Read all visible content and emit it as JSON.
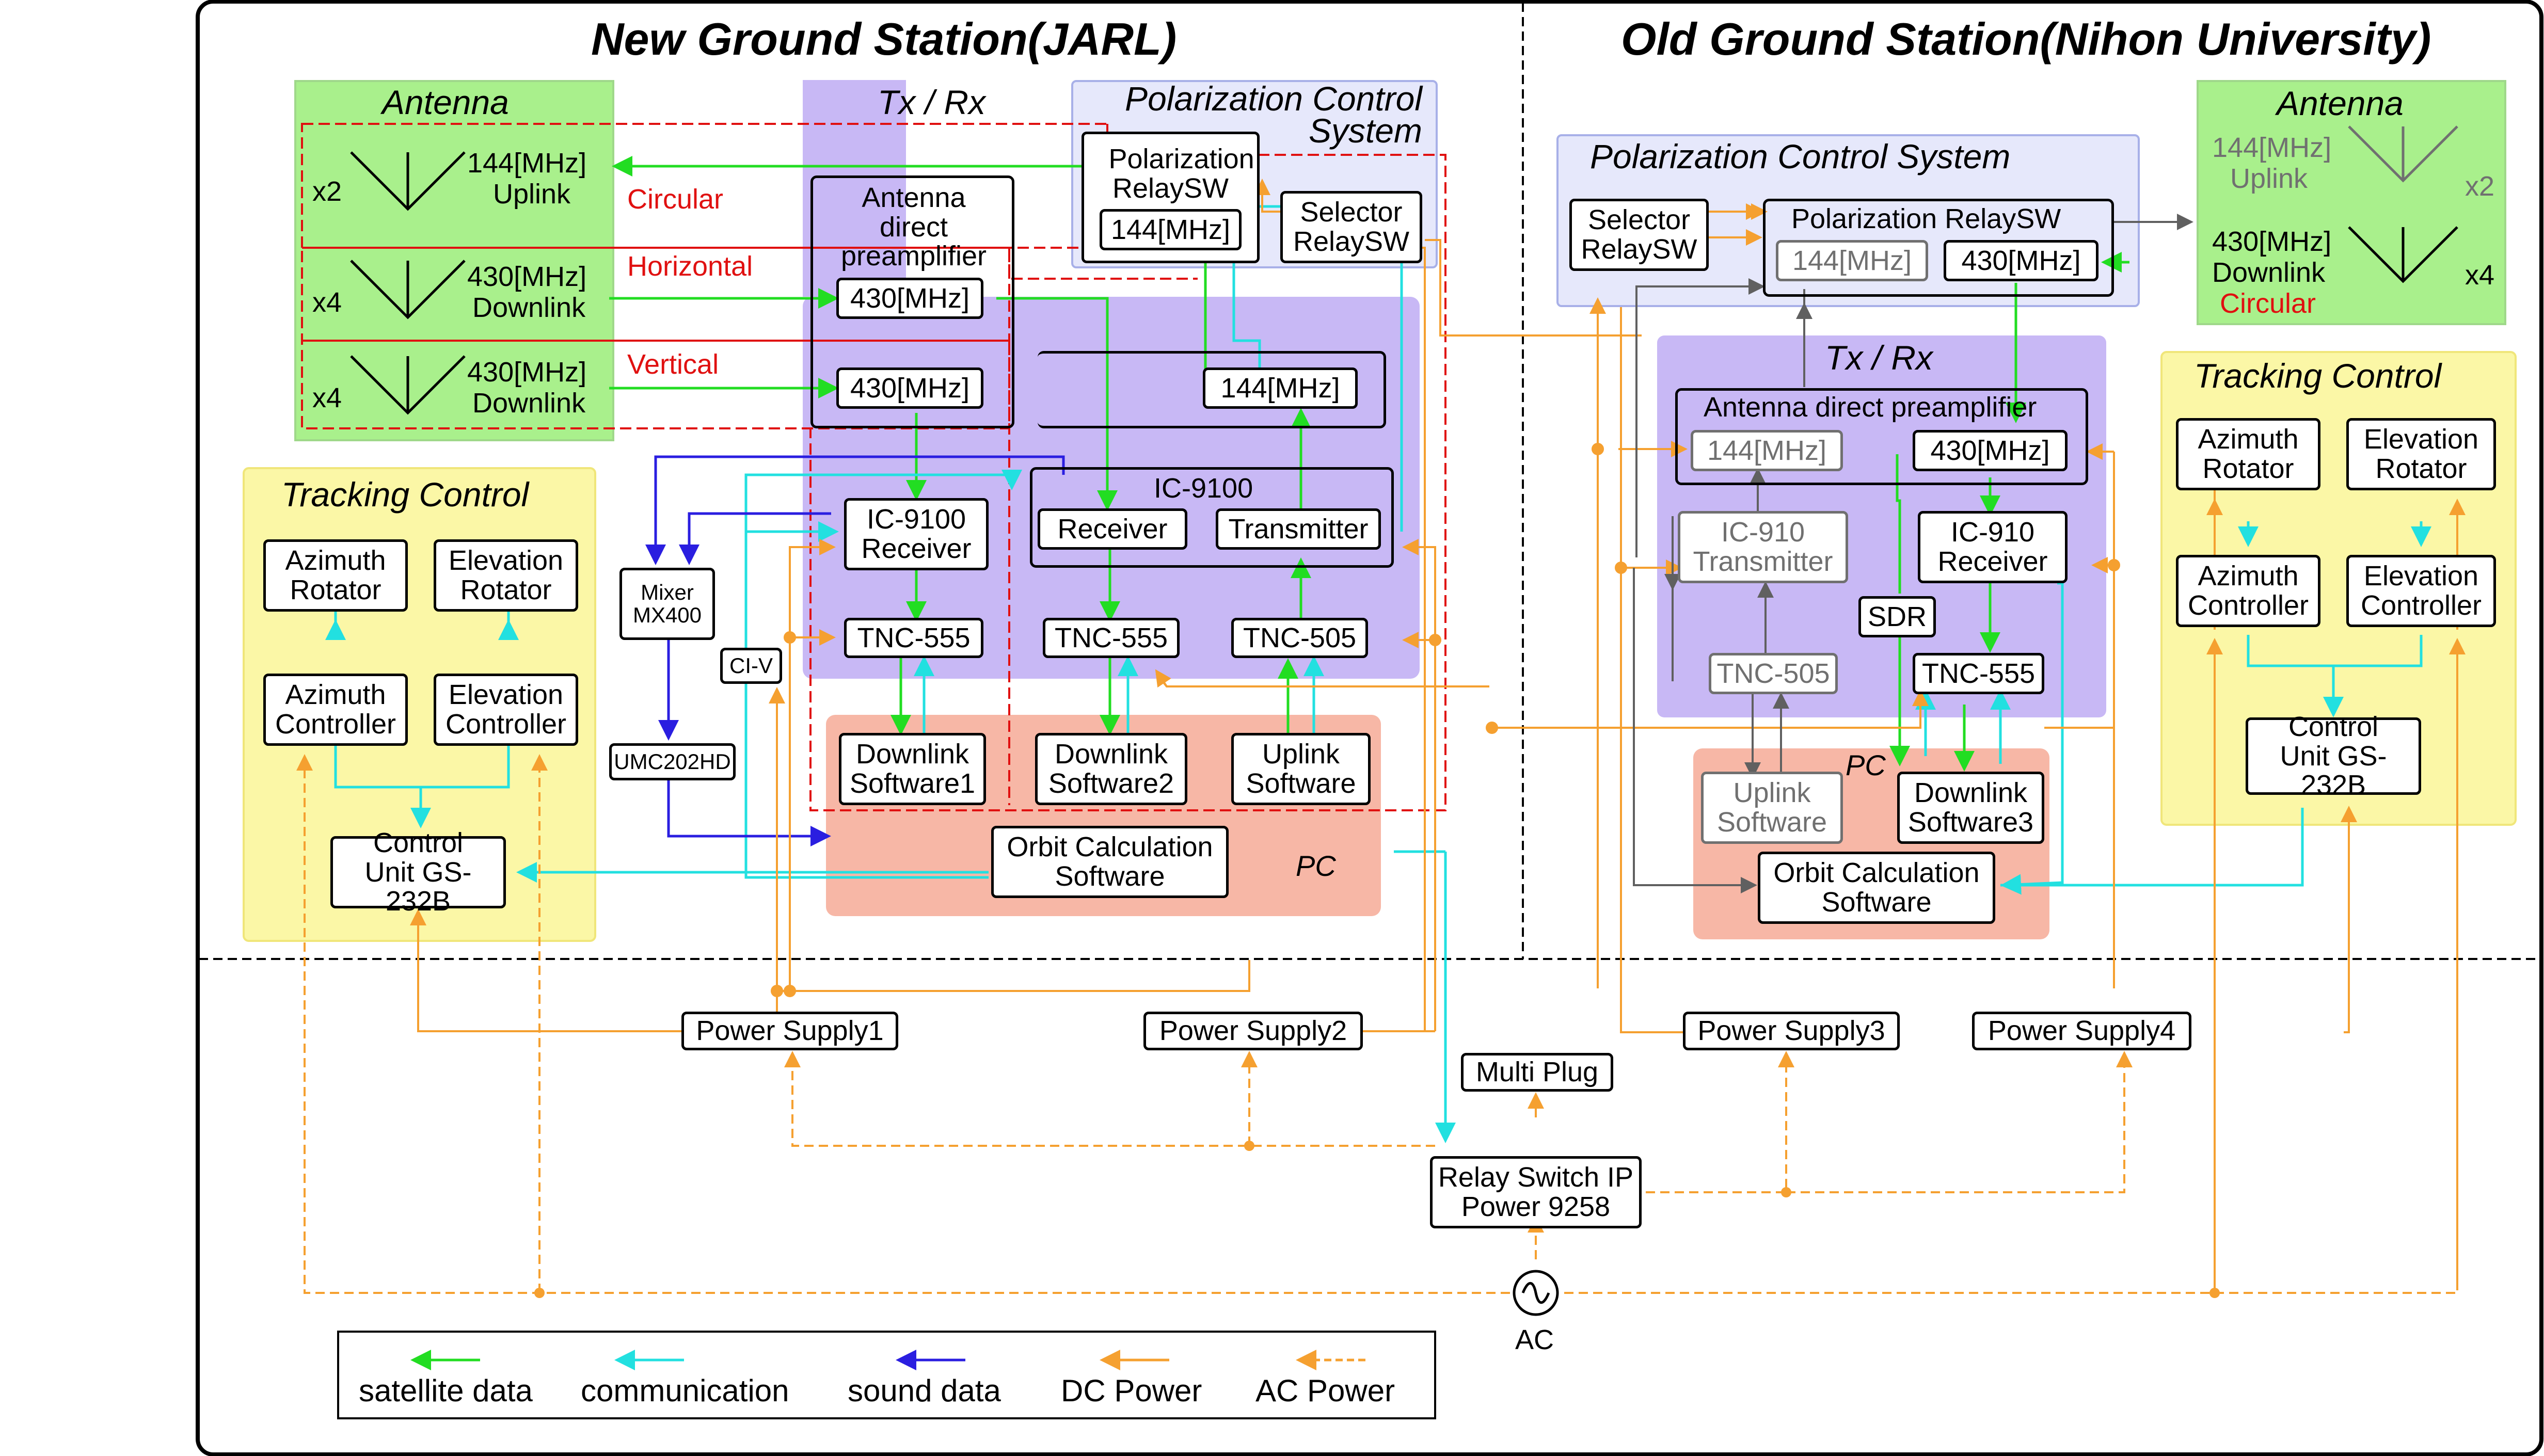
{
  "sections": {
    "new_station": "New Ground Station(JARL)",
    "old_station": "Old Ground Station(Nihon University)"
  },
  "new": {
    "antenna": {
      "title": "Antenna",
      "rows": [
        {
          "mult": "x2",
          "freq": "144[MHz]",
          "dir": "Uplink",
          "pol": "Circular"
        },
        {
          "mult": "x4",
          "freq": "430[MHz]",
          "dir": "Downlink",
          "pol": "Horizontal"
        },
        {
          "mult": "x4",
          "freq": "430[MHz]",
          "dir": "Downlink",
          "pol": "Vertical"
        }
      ]
    },
    "txrx": {
      "title": "Tx / Rx",
      "preamp": "Antenna direct preamplifier",
      "preamp_430_a": "430[MHz]",
      "preamp_430_b": "430[MHz]",
      "preamp_144": "144[MHz]",
      "ic9100": "IC-9100",
      "ic9100_receiver": "IC-9100 Receiver",
      "receiver": "Receiver",
      "transmitter": "Transmitter",
      "tnc_a": "TNC-555",
      "tnc_b": "TNC-555",
      "tnc_c": "TNC-505"
    },
    "polarization": {
      "title": "Polarization Control System",
      "relay": "Polarization RelaySW",
      "relay_freq": "144[MHz]",
      "selector": "Selector RelaySW"
    },
    "mixer": "Mixer MX400",
    "civ": "CI-V",
    "umc": "UMC202HD",
    "tracking": {
      "title": "Tracking Control",
      "az_rot": "Azimuth Rotator",
      "el_rot": "Elevation Rotator",
      "az_ctrl": "Azimuth Controller",
      "el_ctrl": "Elevation Controller",
      "unit": "Control Unit GS-232B"
    },
    "pc": {
      "label": "PC",
      "down1": "Downlink Software1",
      "down2": "Downlink Software2",
      "up": "Uplink Software",
      "orbit": "Orbit Calculation Software"
    }
  },
  "old": {
    "polarization": {
      "title": "Polarization Control System",
      "selector": "Selector RelaySW",
      "relay": "Polarization RelaySW",
      "relay_144": "144[MHz]",
      "relay_430": "430[MHz]"
    },
    "antenna": {
      "title": "Antenna",
      "up_freq": "144[MHz]",
      "up_dir": "Uplink",
      "up_mult": "x2",
      "down_freq": "430[MHz]",
      "down_dir": "Downlink",
      "down_pol": "Circular",
      "down_mult": "x4"
    },
    "txrx": {
      "title": "Tx / Rx",
      "preamp": "Antenna direct preamplifier",
      "pre_144": "144[MHz]",
      "pre_430": "430[MHz]",
      "transmitter": "IC-910 Transmitter",
      "receiver": "IC-910 Receiver",
      "sdr": "SDR",
      "tnc505": "TNC-505",
      "tnc555": "TNC-555"
    },
    "pc": {
      "label": "PC",
      "up": "Uplink Software",
      "down3": "Downlink Software3",
      "orbit": "Orbit Calculation Software"
    },
    "tracking": {
      "title": "Tracking Control",
      "az_rot": "Azimuth Rotator",
      "el_rot": "Elevation Rotator",
      "az_ctrl": "Azimuth Controller",
      "el_ctrl": "Elevation Controller",
      "unit": "Control Unit GS-232B"
    }
  },
  "power": {
    "ps1": "Power Supply1",
    "ps2": "Power Supply2",
    "ps3": "Power Supply3",
    "ps4": "Power Supply4",
    "multiplug": "Multi Plug",
    "relay": "Relay Switch IP Power 9258",
    "ac": "AC"
  },
  "legend": [
    {
      "label": "satellite data",
      "color": "#22dd22",
      "style": "solid"
    },
    {
      "label": "communication",
      "color": "#22e0e0",
      "style": "solid"
    },
    {
      "label": "sound data",
      "color": "#2a1ee0",
      "style": "solid"
    },
    {
      "label": "DC Power",
      "color": "#f5a030",
      "style": "solid"
    },
    {
      "label": "AC Power",
      "color": "#f5a030",
      "style": "dashed"
    }
  ],
  "colors": {
    "antenna_bg": "#a9f08c",
    "txrx_bg": "#c8b8f5",
    "polarization_bg": "#e6e8fb",
    "tracking_bg": "#fbf7a6",
    "pc_bg": "#f7b7a6",
    "satellite": "#22dd22",
    "communication": "#22e0e0",
    "sound": "#2a1ee0",
    "power": "#f5a030",
    "outline_red": "#e01010"
  }
}
